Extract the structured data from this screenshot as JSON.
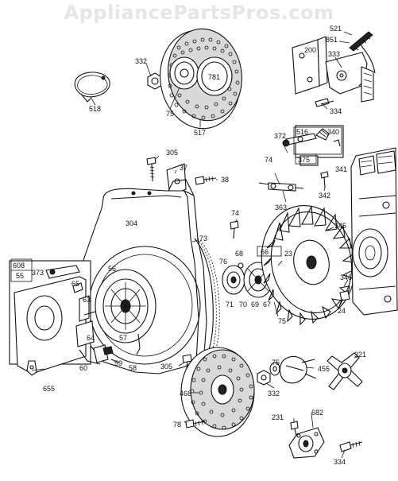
{
  "watermark": "AppliancePartsPros.com",
  "labels": {
    "l521": "521",
    "l851": "851",
    "l200": "200",
    "l333": "333",
    "l334a": "334",
    "l332a": "332",
    "l781": "781",
    "l75a": "75",
    "l517": "517",
    "l518": "518",
    "l305a": "305",
    "l37": "37",
    "l38": "38",
    "l372": "372",
    "l516": "516",
    "l340": "340",
    "l74a": "74",
    "l375": "375",
    "l341": "341",
    "l342": "342",
    "l363": "363",
    "l304": "304",
    "l74b": "74",
    "l73": "73",
    "l345": "345",
    "l66": "66",
    "l68": "68",
    "l76": "76",
    "l23": "23",
    "l71": "71",
    "l70": "70",
    "l69": "69",
    "l67": "67",
    "l346": "346",
    "l75b": "75",
    "l24": "24",
    "l608": "608",
    "l55": "55",
    "l373": "373",
    "l65": "65",
    "l56": "56",
    "l63": "63",
    "l64": "64",
    "l57": "57",
    "l59": "59",
    "l60": "60",
    "l58": "58",
    "l655": "655",
    "l305b": "305",
    "l75c": "75",
    "l455": "455",
    "l321": "321",
    "l468": "468",
    "l332b": "332",
    "l231": "231",
    "l682": "682",
    "l78": "78",
    "l334b": "334"
  }
}
